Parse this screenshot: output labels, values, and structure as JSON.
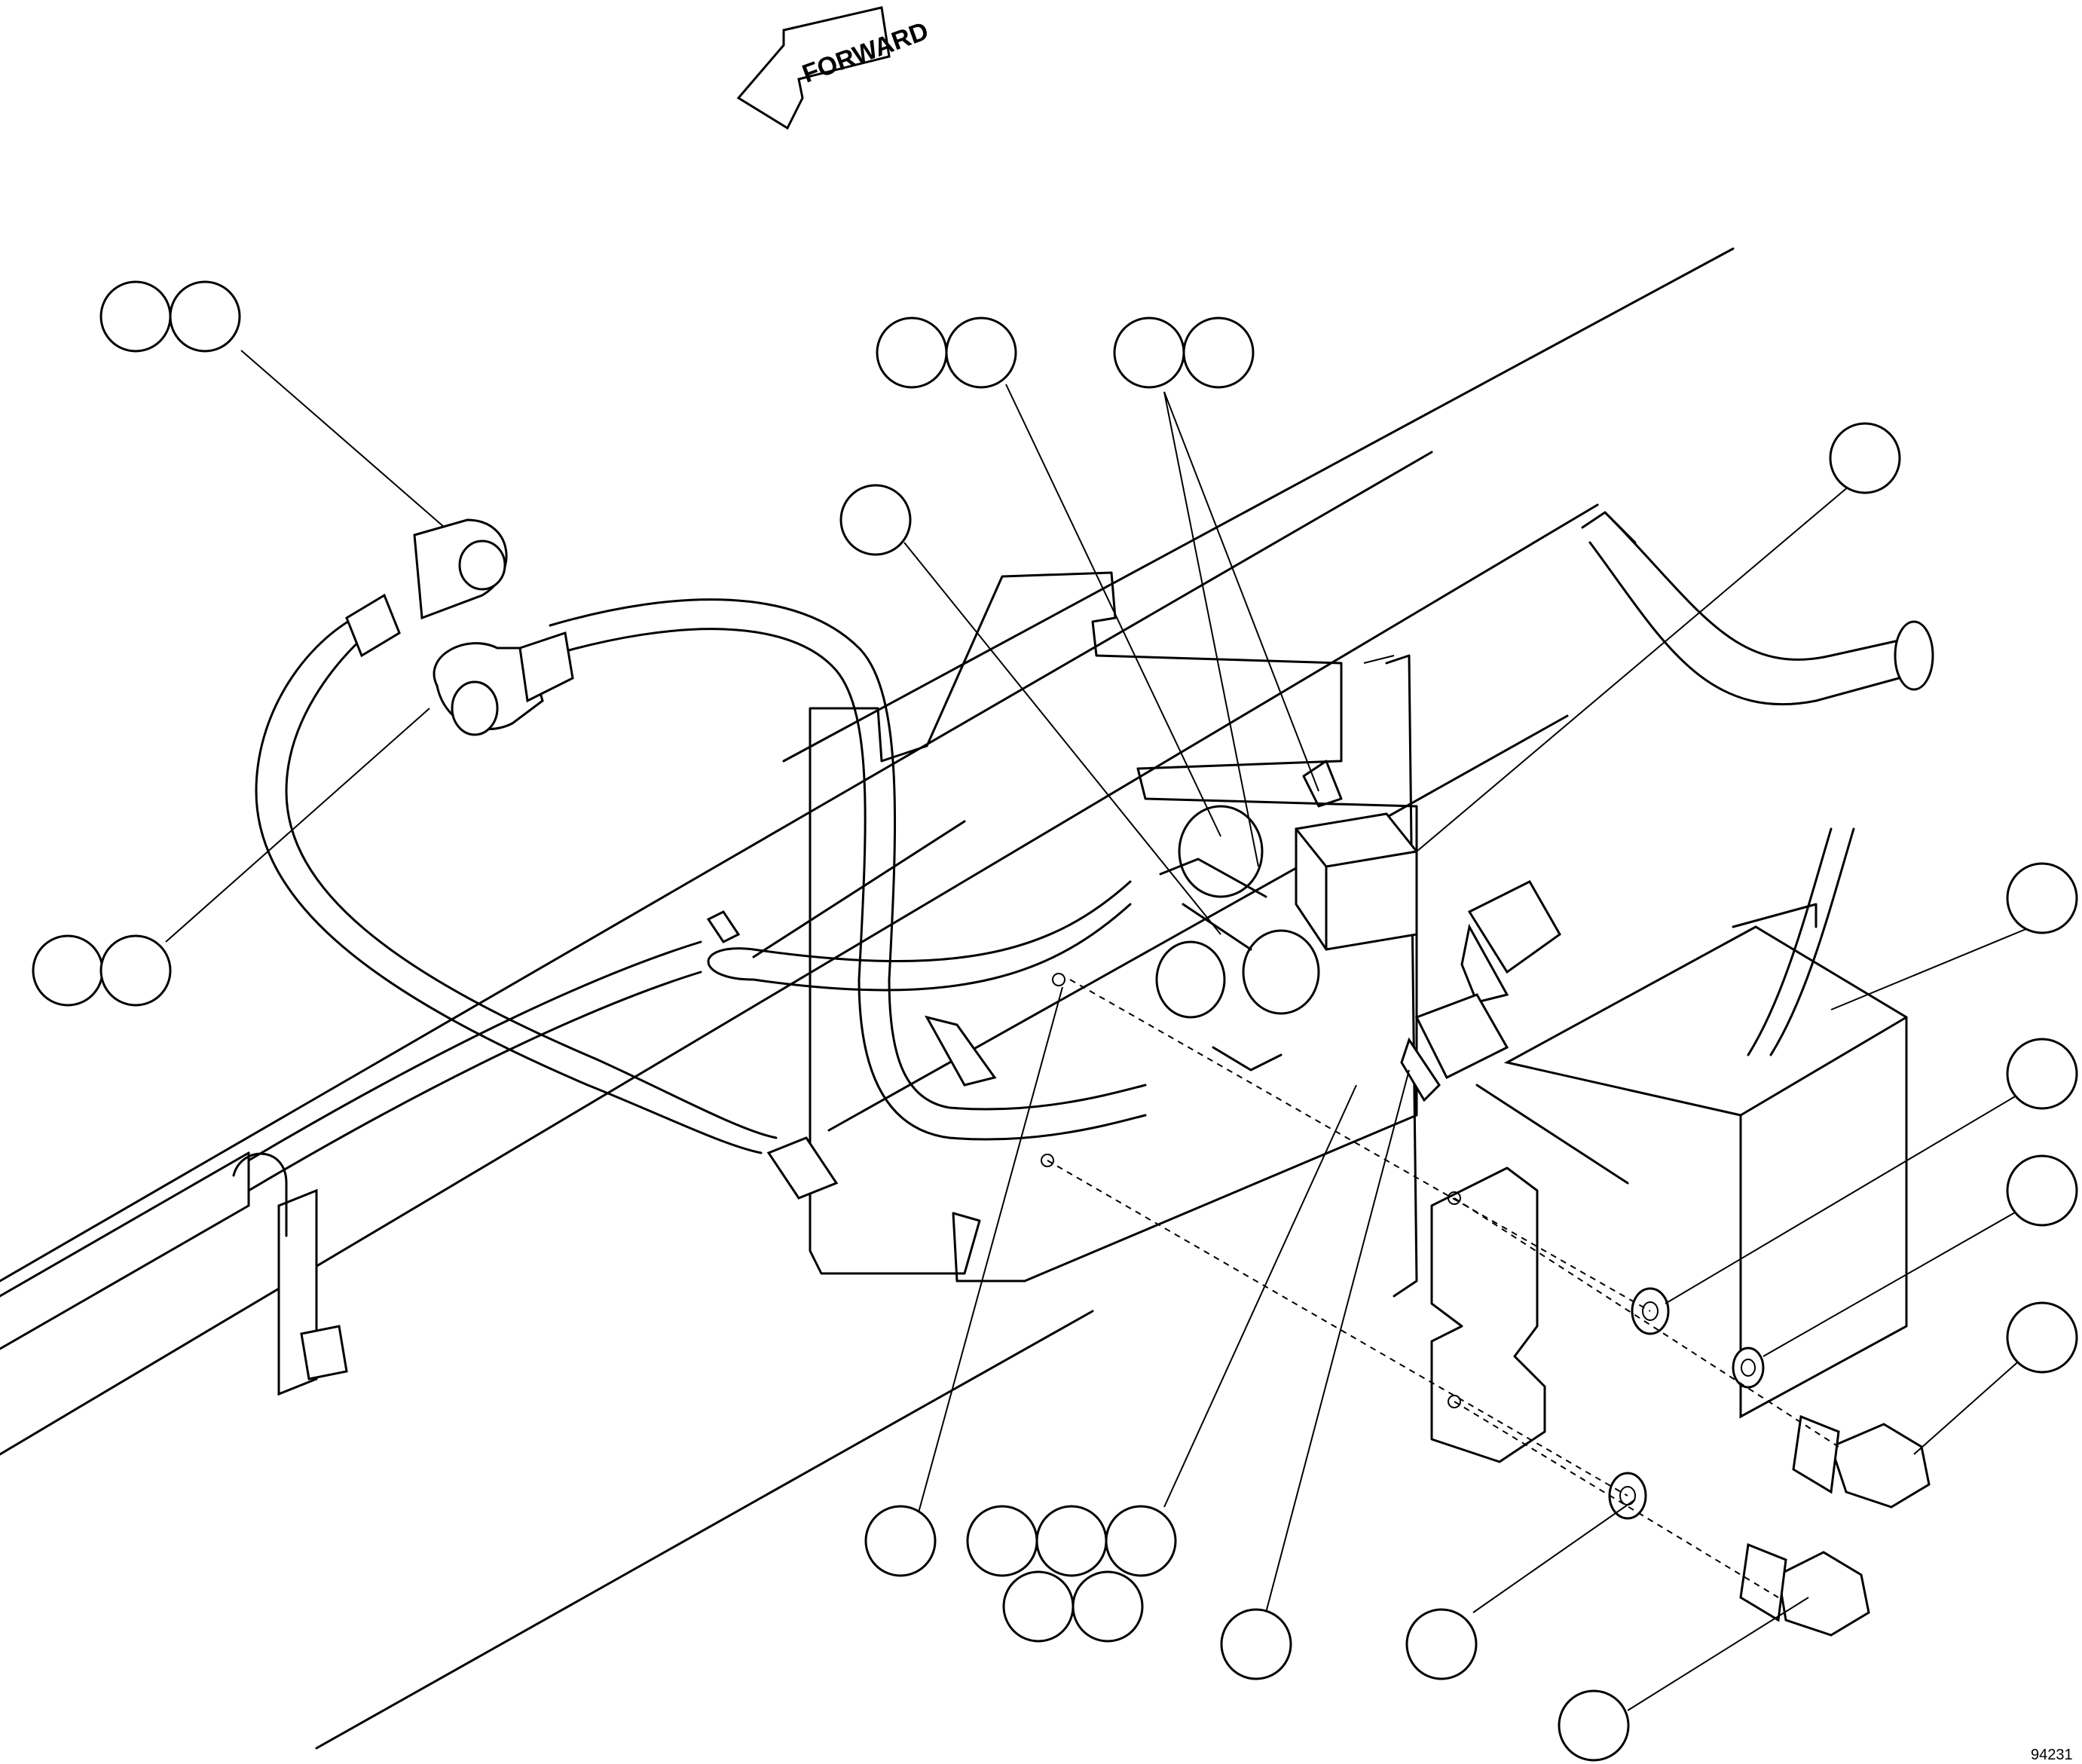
{
  "forward_arrow": {
    "label": "FORWARD"
  },
  "figure_number": "94231",
  "callout_groups": [
    {
      "name": "callout-battery-terminal",
      "count": 2
    },
    {
      "name": "callout-ring-terminal",
      "count": 2
    },
    {
      "name": "callout-relay-left",
      "count": 2
    },
    {
      "name": "callout-relay-right",
      "count": 2
    },
    {
      "name": "callout-cable-terminal",
      "count": 1
    },
    {
      "name": "callout-relay-block",
      "count": 1
    },
    {
      "name": "callout-control-module",
      "count": 1
    },
    {
      "name": "callout-washer-upper",
      "count": 1
    },
    {
      "name": "callout-nut-upper",
      "count": 1
    },
    {
      "name": "callout-screw-upper",
      "count": 1
    },
    {
      "name": "callout-grommet",
      "count": 1
    },
    {
      "name": "callout-fastener-cluster",
      "count": 5
    },
    {
      "name": "callout-harness-connector",
      "count": 1
    },
    {
      "name": "callout-washer-lower",
      "count": 1
    },
    {
      "name": "callout-screw-lower",
      "count": 1
    }
  ]
}
